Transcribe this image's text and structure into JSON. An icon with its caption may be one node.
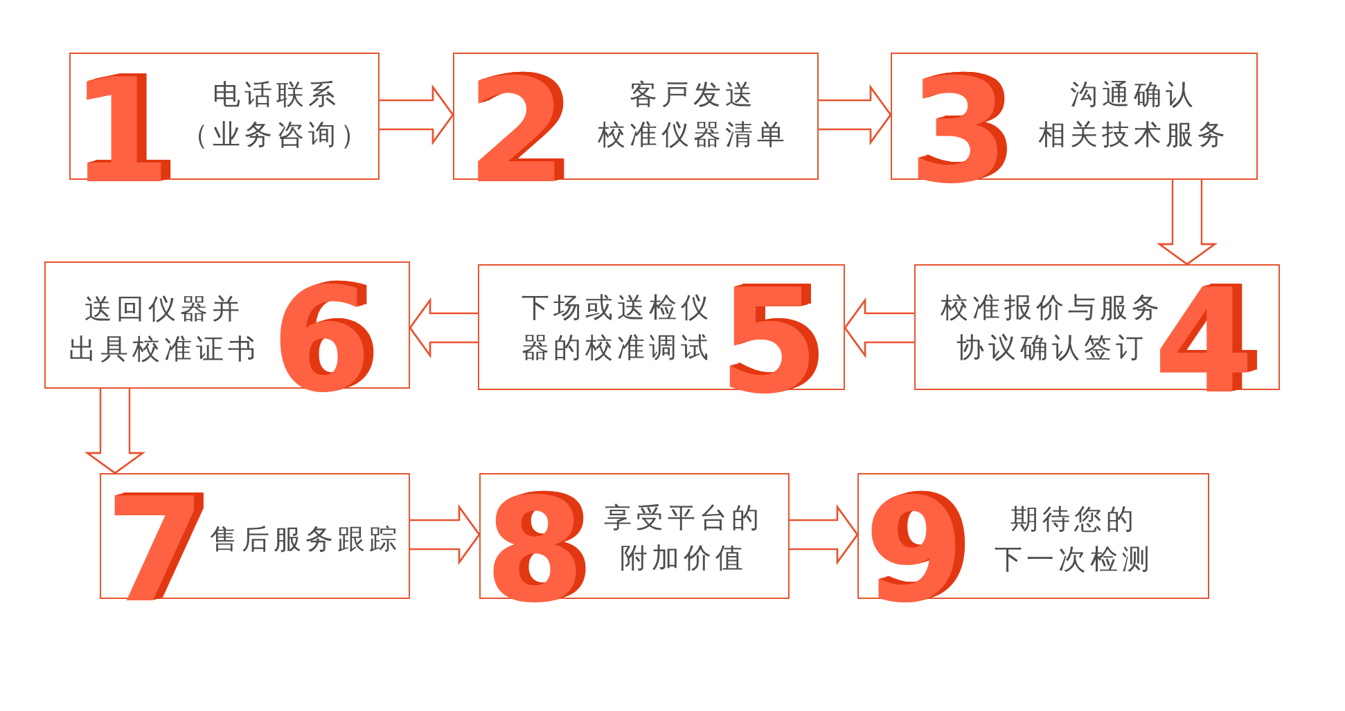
{
  "diagram": {
    "nodes": [
      {
        "text": [
          "1",
          "电话联系（业务咨询）"
        ]
      },
      {
        "text": [
          "2",
          "客戸发送校准仪器清单"
        ]
      },
      {
        "text": [
          "3",
          "沟通确认相关技术服务"
        ]
      },
      {
        "text": [
          "校准报价与服务协议确认签订",
          "4"
        ]
      },
      {
        "text": [
          "下场或送检仪器的校准调试",
          "5"
        ]
      },
      {
        "text": [
          "送回仪器并出具校准证书",
          "6"
        ]
      },
      {
        "text": [
          "7",
          "售后服务跟踪"
        ]
      },
      {
        "text": [
          "8",
          "享受平台的附加价值"
        ]
      },
      {
        "text": [
          "9",
          "期待您的下一次检测"
        ]
      }
    ],
    "edges": [
      {
        "from": 0,
        "to": 1,
        "arrow": "to"
      },
      {
        "from": 1,
        "to": 2,
        "arrow": "to"
      },
      {
        "from": 2,
        "to": 3,
        "arrow": "to"
      },
      {
        "from": 3,
        "to": 4,
        "arrow": "to"
      },
      {
        "from": 4,
        "to": 5,
        "arrow": "to"
      },
      {
        "from": 5,
        "to": 6,
        "arrow": "to"
      },
      {
        "from": 6,
        "to": 7,
        "arrow": "to"
      },
      {
        "from": 7,
        "to": 8,
        "arrow": "to"
      }
    ]
  }
}
